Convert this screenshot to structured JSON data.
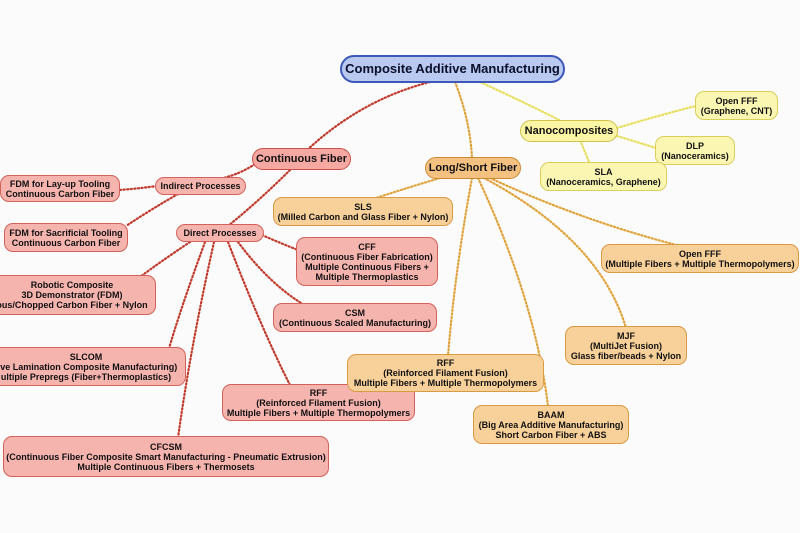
{
  "root": "Composite Additive Manufacturing",
  "continuous_fiber": {
    "label": "Continuous Fiber",
    "indirect": {
      "label": "Indirect Processes",
      "items": [
        "FDM for Lay-up Tooling\nContinuous Carbon Fiber",
        "FDM for Sacrificial Tooling\nContinuous Carbon Fiber"
      ]
    },
    "direct": {
      "label": "Direct Processes",
      "items": [
        "CFF\n(Continuous Fiber Fabrication)\nMultiple Continuous Fibers +\nMultiple Thermoplastics",
        "CSM\n(Continuous Scaled Manufacturing)",
        "Robotic Composite\n3D Demonstrator (FDM)\nous/Chopped Carbon Fiber + Nylon",
        "SLCOM\ntive Lamination Composite Manufacturing)\nultiple Prepregs (Fiber+Thermoplastics)",
        "RFF\n(Reinforced Filament Fusion)\nMultiple Fibers + Multiple Thermopolymers",
        "CFCSM\n(Continuous Fiber Composite Smart Manufacturing - Pneumatic Extrusion)\nMultiple Continuous Fibers + Thermosets"
      ]
    }
  },
  "long_short_fiber": {
    "label": "Long/Short Fiber",
    "items": [
      "SLS\n(Milled Carbon and Glass Fiber + Nylon)",
      "Open FFF\n(Multiple Fibers + Multiple Thermopolymers)",
      "MJF\n(MultiJet Fusion)\nGlass fiber/beads + Nylon",
      "RFF\n(Reinforced Filament Fusion)\nMultiple Fibers + Multiple Thermopolymers",
      "BAAM\n(Big Area Additive Manufacturing)\nShort Carbon Fiber + ABS"
    ]
  },
  "nanocomposites": {
    "label": "Nanocomposites",
    "items": [
      "Open FFF\n(Graphene, CNT)",
      "DLP\n(Nanoceramics)",
      "SLA\n(Nanoceramics, Graphene)"
    ]
  },
  "colors": {
    "root_fill": "#b9c9ef",
    "root_border": "#3d58b8",
    "continuous_branch": "#c0392b",
    "long_short_branch": "#e0a23a",
    "nano_branch": "#e8df5a"
  }
}
